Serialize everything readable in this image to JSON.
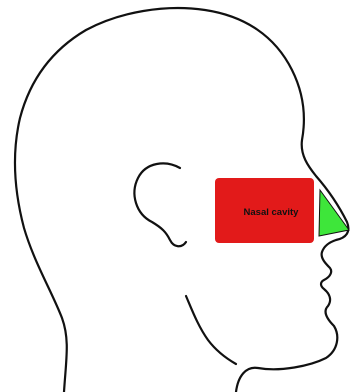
{
  "diagram": {
    "regions": [
      {
        "id": "nasal-cavity",
        "label": "Nasal cavity",
        "color": "#e21a1a"
      },
      {
        "id": "nose-tip",
        "label": "",
        "color": "#3ee63a"
      }
    ],
    "outline_color": "#111111",
    "background": "#ffffff"
  }
}
